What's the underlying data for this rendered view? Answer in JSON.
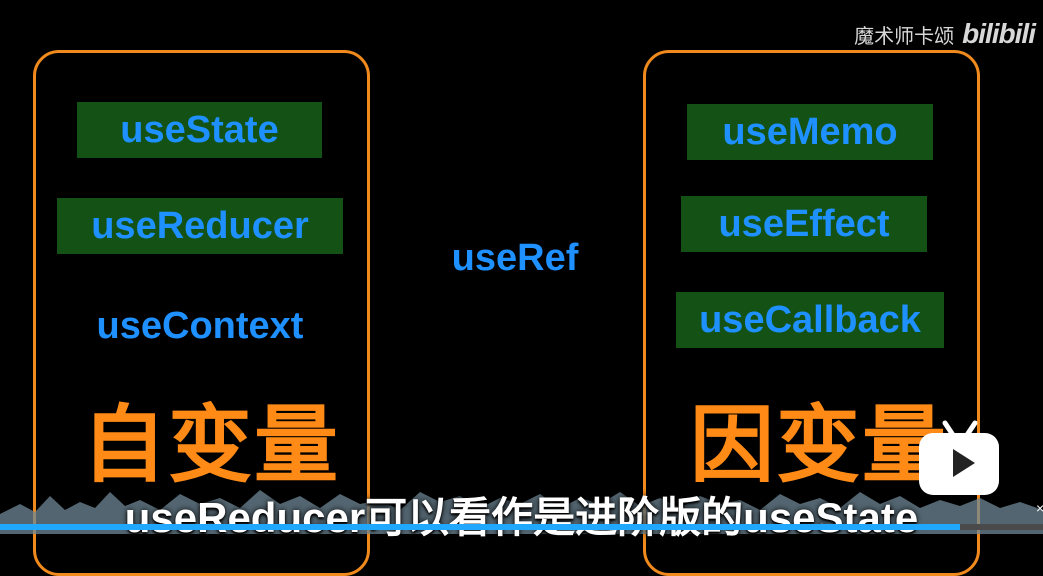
{
  "watermark": {
    "author": "魔术师卡颂",
    "logo_text": "bilibili"
  },
  "left_panel": {
    "hooks": [
      "useState",
      "useReducer",
      "useContext"
    ],
    "title": "自变量"
  },
  "middle_hook": "useRef",
  "right_panel": {
    "hooks": [
      "useMemo",
      "useEffect",
      "useCallback"
    ],
    "title": "因变量"
  },
  "subtitle": "useReducer可以看作是进阶版的useState",
  "progress": {
    "fraction": 0.92
  },
  "colors": {
    "panel_border": "#f08a1c",
    "hook_text": "#1e90ff",
    "hook_highlight_bg": "#135214",
    "big_label": "#ff8a16",
    "progress": "#20a8ff"
  },
  "icons": {
    "play_overlay": "tv-play-icon"
  }
}
